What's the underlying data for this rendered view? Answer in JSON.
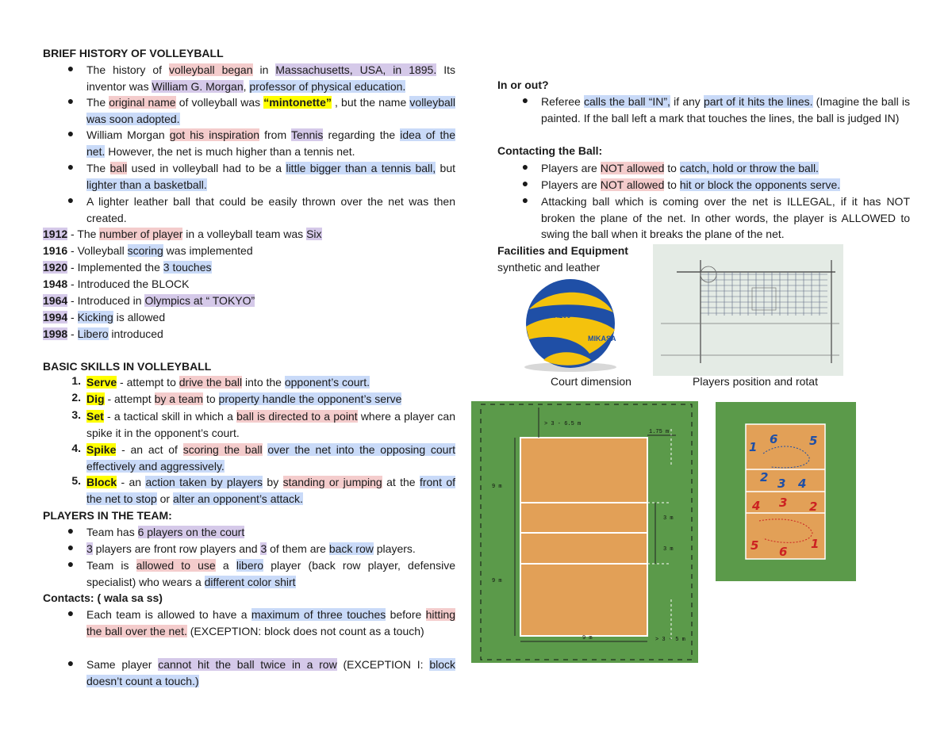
{
  "history": {
    "title": "BRIEF HISTORY OF VOLLEYBALL",
    "bullets": [
      [
        [
          "",
          "The history of "
        ],
        [
          "p",
          "volleyball began"
        ],
        [
          "",
          " in "
        ],
        [
          "v",
          "Massachusetts, USA, in 1895."
        ],
        [
          "",
          " Its inventor was "
        ],
        [
          "v",
          "William G. Morgan"
        ],
        [
          "",
          ", "
        ],
        [
          "b",
          "professor of physical education."
        ]
      ],
      [
        [
          "",
          "The "
        ],
        [
          "p",
          "original name"
        ],
        [
          "",
          " of volleyball was "
        ],
        [
          "y",
          "“mintonette”"
        ],
        [
          "",
          " , but the name "
        ],
        [
          "b",
          "volleyball was soon adopted."
        ]
      ],
      [
        [
          "",
          "William Morgan "
        ],
        [
          "p",
          "got his inspiration"
        ],
        [
          "",
          " from "
        ],
        [
          "v",
          "Tennis"
        ],
        [
          "",
          " regarding the "
        ],
        [
          "b",
          "idea of the net."
        ],
        [
          "",
          " However, the net is much higher than a tennis net."
        ]
      ],
      [
        [
          "",
          "The "
        ],
        [
          "p",
          "ball"
        ],
        [
          "",
          " used in volleyball had to be a "
        ],
        [
          "b",
          "little bigger than a tennis ball,"
        ],
        [
          "",
          " but "
        ],
        [
          "b",
          "lighter than a basketball."
        ]
      ],
      [
        [
          "",
          "A lighter leather ball that could be easily thrown over the net was then created."
        ]
      ]
    ],
    "timeline": [
      [
        [
          "v",
          "1912"
        ],
        [
          "",
          " - The "
        ],
        [
          "p",
          "number of player"
        ],
        [
          "",
          " in a volleyball team was "
        ],
        [
          "v",
          "Six"
        ]
      ],
      [
        [
          "",
          "1916"
        ],
        [
          "",
          " - Volleyball "
        ],
        [
          "b",
          "scoring"
        ],
        [
          "",
          " was implemented"
        ]
      ],
      [
        [
          "v",
          "1920"
        ],
        [
          "",
          " - Implemented the "
        ],
        [
          "b",
          "3 touches"
        ]
      ],
      [
        [
          "",
          "1948"
        ],
        [
          "",
          " - Introduced the BLOCK"
        ]
      ],
      [
        [
          "v",
          "1964"
        ],
        [
          "",
          " - Introduced in "
        ],
        [
          "v",
          "Olympics at “ TOKYO”"
        ]
      ],
      [
        [
          "v",
          "1994"
        ],
        [
          "",
          " - "
        ],
        [
          "b",
          "Kicking"
        ],
        [
          "",
          " is allowed"
        ]
      ],
      [
        [
          "v",
          "1998"
        ],
        [
          "",
          " - "
        ],
        [
          "b",
          "Libero"
        ],
        [
          "",
          " introduced"
        ]
      ]
    ]
  },
  "skills": {
    "title": "BASIC SKILLS IN VOLLEYBALL",
    "items": [
      {
        "num": "1.",
        "parts": [
          [
            "y",
            "Serve"
          ],
          [
            "",
            " - attempt to "
          ],
          [
            "p",
            "drive the ball"
          ],
          [
            "",
            " into the "
          ],
          [
            "b",
            "opponent’s court."
          ]
        ]
      },
      {
        "num": "2.",
        "parts": [
          [
            "y",
            "Dig"
          ],
          [
            "",
            " - attempt "
          ],
          [
            "p",
            "by a team"
          ],
          [
            "",
            " to "
          ],
          [
            "b",
            "property handle the opponent’s serve"
          ]
        ]
      },
      {
        "num": "3.",
        "parts": [
          [
            "y",
            "Set"
          ],
          [
            "",
            " - a tactical skill in which a "
          ],
          [
            "p",
            "ball is directed to a point"
          ],
          [
            "",
            " where a player can spike it in the opponent’s court."
          ]
        ]
      },
      {
        "num": "4.",
        "parts": [
          [
            "y",
            "Spike"
          ],
          [
            "",
            " - an act of "
          ],
          [
            "p",
            "scoring the ball"
          ],
          [
            "",
            " "
          ],
          [
            "b",
            "over the net into the opposing court effectively and aggressively."
          ]
        ]
      },
      {
        "num": "5.",
        "parts": [
          [
            "y",
            "Block"
          ],
          [
            "",
            " - an "
          ],
          [
            "b",
            "action taken by players"
          ],
          [
            "",
            " by "
          ],
          [
            "p",
            "standing or jumping"
          ],
          [
            "",
            " at the "
          ],
          [
            "b",
            "front of the net to stop"
          ],
          [
            "",
            " or "
          ],
          [
            "b",
            "alter an opponent’s attack."
          ]
        ]
      }
    ]
  },
  "players": {
    "title": "PLAYERS IN THE TEAM:",
    "bullets": [
      [
        [
          "",
          "Team has "
        ],
        [
          "v",
          "6 players on the court"
        ]
      ],
      [
        [
          "v",
          "3"
        ],
        [
          "",
          " players are front row players and "
        ],
        [
          "v",
          "3"
        ],
        [
          "",
          " of them are "
        ],
        [
          "b",
          "back row"
        ],
        [
          "",
          " players."
        ]
      ],
      [
        [
          "",
          "Team is "
        ],
        [
          "p",
          "allowed to use"
        ],
        [
          "",
          " a "
        ],
        [
          "b",
          "libero"
        ],
        [
          "",
          " player (back row player, defensive specialist) who wears a "
        ],
        [
          "b",
          "different color shirt"
        ]
      ]
    ]
  },
  "contacts": {
    "title": "Contacts: ( wala  sa ss)",
    "bullets": [
      [
        [
          "",
          "Each team is allowed to have a "
        ],
        [
          "b",
          "maximum of three touches"
        ],
        [
          "",
          " before "
        ],
        [
          "p",
          "hitting the ball over the net."
        ],
        [
          "",
          " (EXCEPTION: block does not count as a touch)"
        ]
      ],
      [
        [
          "",
          "Same player "
        ],
        [
          "v",
          "cannot hit the ball twice in a row"
        ],
        [
          "",
          " (EXCEPTION I: "
        ],
        [
          "b",
          "block doesn’t count a touch.)"
        ]
      ]
    ]
  },
  "inout": {
    "title": "In or out?",
    "bullets": [
      [
        [
          "",
          "Referee "
        ],
        [
          "b",
          "calls the ball “IN”,"
        ],
        [
          "",
          " if any "
        ],
        [
          "b",
          "part of it hits the lines."
        ],
        [
          "",
          " (Imagine the ball is painted. If the ball left a mark that touches the lines, the ball is judged IN)"
        ]
      ]
    ]
  },
  "contacting": {
    "title": "Contacting the Ball:",
    "bullets": [
      [
        [
          "",
          "Players are "
        ],
        [
          "p",
          "NOT allowed"
        ],
        [
          "",
          " to "
        ],
        [
          "b",
          "catch, hold or throw the ball."
        ]
      ],
      [
        [
          "",
          "Players are "
        ],
        [
          "p",
          "NOT allowed"
        ],
        [
          "",
          " to "
        ],
        [
          "b",
          "hit or block the opponents serve."
        ]
      ],
      [
        [
          "",
          "Attacking ball which is coming over the net is ILLEGAL, if it has NOT broken the plane of the net. In other words, the player is ALLOWED to swing the ball when it breaks the plane of the net."
        ]
      ]
    ]
  },
  "facilities": {
    "title": "Facilities and Equipment",
    "subtitle": "synthetic and leather",
    "ball_brand": "MIKASA",
    "ball_model": "MVA200",
    "caption_court": "Court dimension",
    "caption_players": "Players position and rotat"
  },
  "court_labels": {
    "top": "> 3 - 6.5 m",
    "right_top": "1.75 m",
    "left_top": "9 m",
    "left_bottom": "9 m",
    "mid1": "3 m",
    "mid2": "3 m",
    "bottom": "9 m",
    "bottom_right": "> 3 - 5 m"
  },
  "rotation": {
    "blue": [
      "1",
      "6",
      "5",
      "2",
      "3",
      "4"
    ],
    "red": [
      "4",
      "3",
      "2",
      "5",
      "6",
      "1"
    ]
  },
  "colors": {
    "pink": "#f4cccc",
    "blue": "#c9daf8",
    "violet": "#d5c9e9",
    "yellow": "#ffff00",
    "court_green": "#5b9a4a",
    "court_orange": "#e2a057"
  }
}
